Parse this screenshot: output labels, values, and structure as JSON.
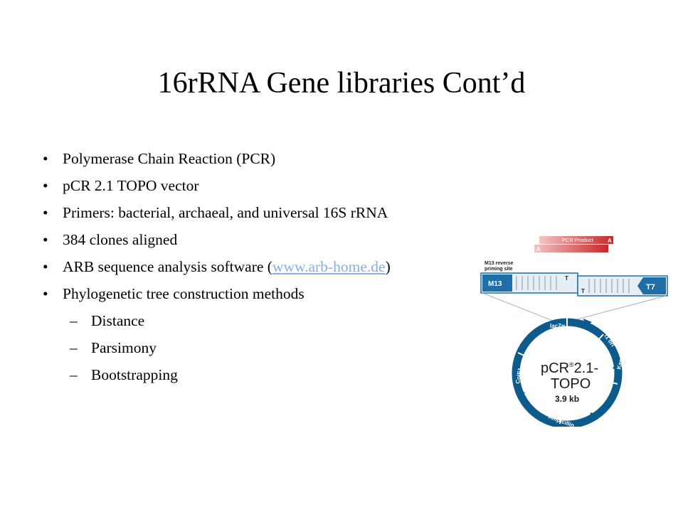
{
  "slide": {
    "title": "16rRNA Gene libraries Cont’d",
    "bullets": [
      {
        "text": "Polymerase Chain Reaction (PCR)"
      },
      {
        "text": "pCR 2.1 TOPO vector"
      },
      {
        "text": "Primers: bacterial, archaeal, and universal 16S rRNA"
      },
      {
        "text": "384 clones aligned"
      },
      {
        "prefix": "ARB sequence analysis software (",
        "link": "www.arb-home.de",
        "suffix": ")"
      },
      {
        "text": "Phylogenetic tree construction methods"
      }
    ],
    "subbullets": [
      {
        "text": "Distance"
      },
      {
        "text": "Parsimony"
      },
      {
        "text": "Bootstrapping"
      }
    ]
  },
  "figure": {
    "pcr_product_label": "PCR Product",
    "a_overhang": "A",
    "m13_reverse_label_line1": "M13 reverse",
    "m13_reverse_label_line2": "priming site",
    "m13_label": "M13",
    "t_label": "T",
    "t7_label": "T7",
    "lacz_label": "lacZα",
    "f1_ori_label": "f1 ori",
    "kanamycin_label": "Kanamycin",
    "ampicillin_label": "Ampicillin",
    "cole1_label": "ColE1",
    "vector_name_line1": "pCR",
    "vector_name_sup": "®",
    "vector_name_line1b": "2.1-",
    "vector_name_line2": "TOPO",
    "vector_size": "3.9 kb",
    "colors": {
      "pcr_bar_light": "#f2c4c4",
      "pcr_bar_dark": "#c62828",
      "plasmid_blue": "#0d5a8c",
      "box_blue": "#1f6ea8",
      "box_fill": "#e6eef6",
      "link": "#8aaee0"
    }
  }
}
